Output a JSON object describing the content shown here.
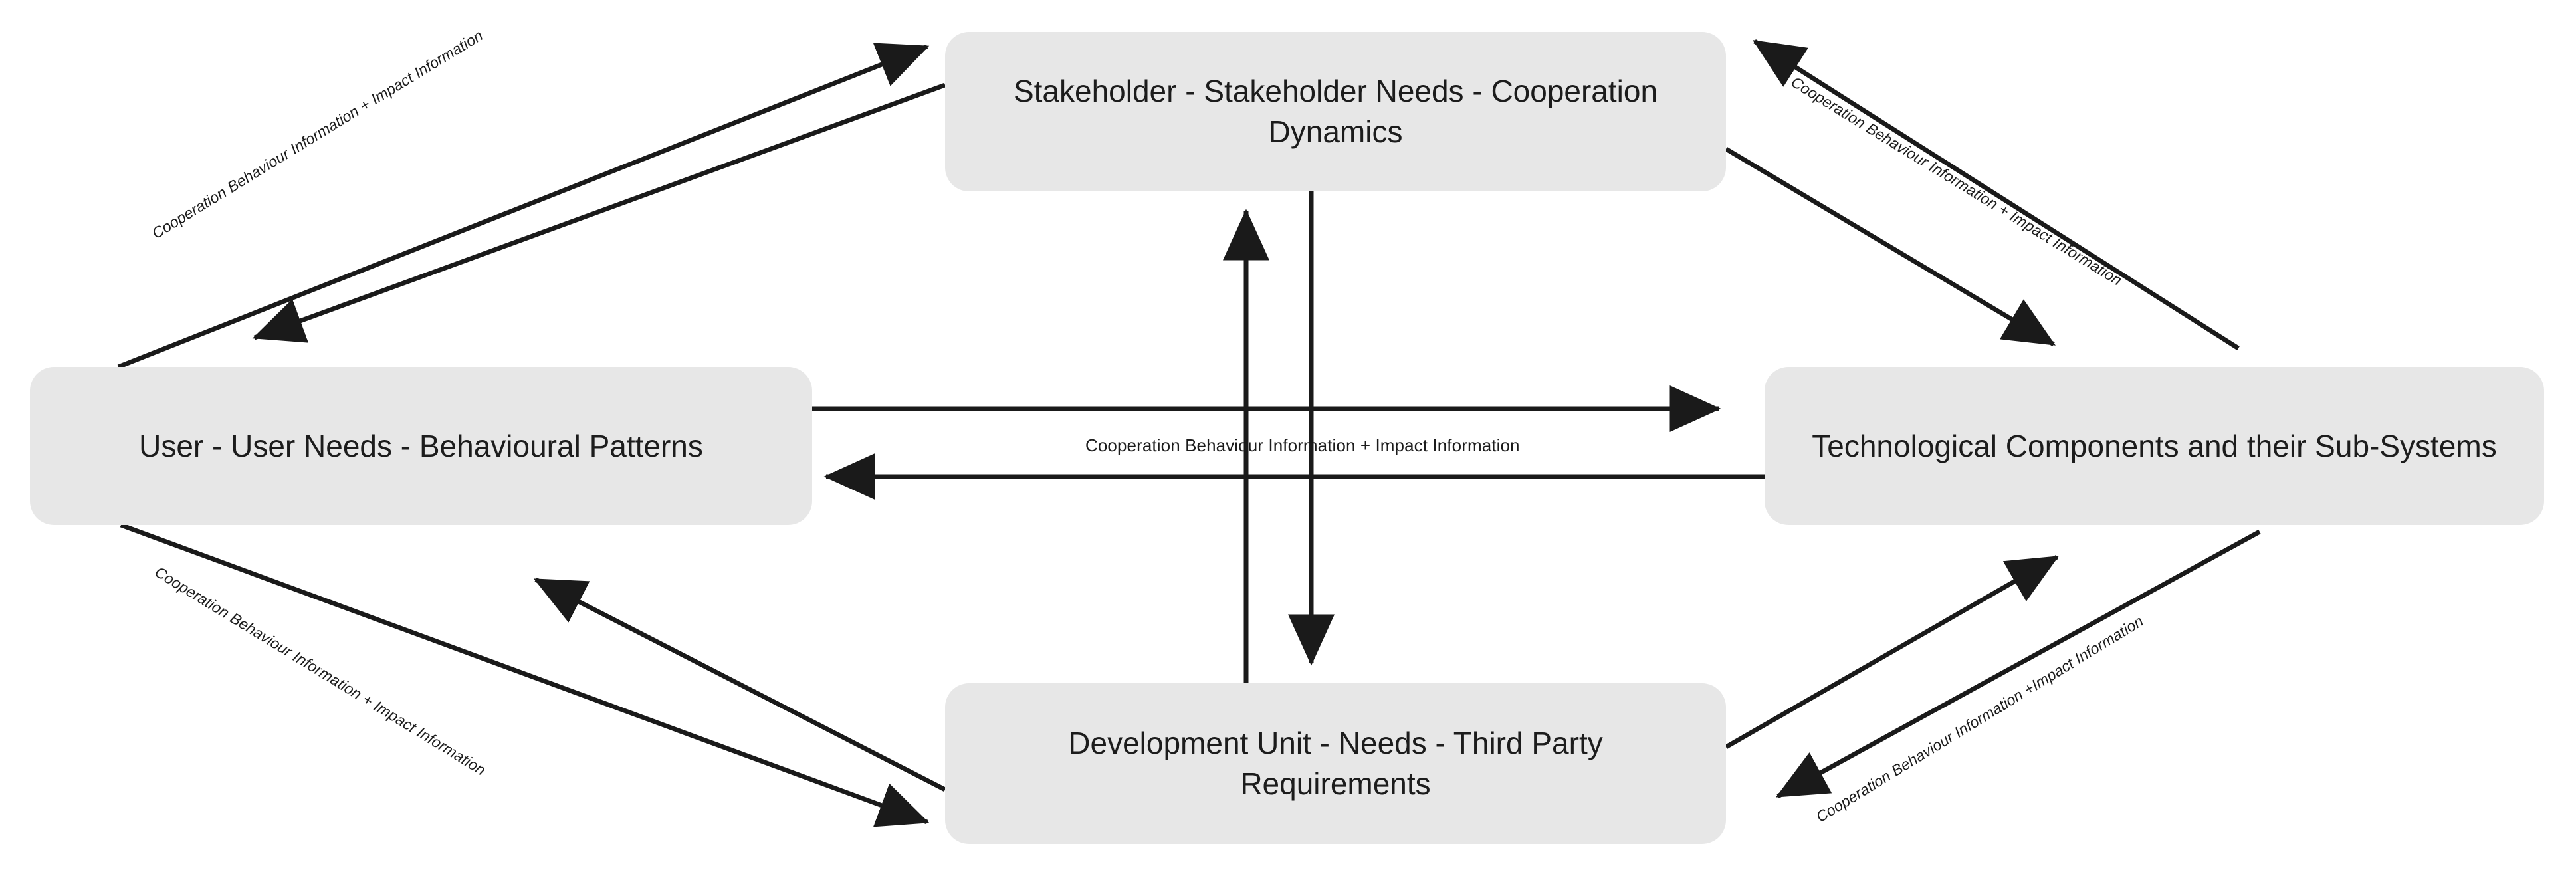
{
  "diagram": {
    "title": "Cooperation information flow between User, Stakeholder, Technological Components and Development Unit",
    "background_color": "#ffffff",
    "node_fill_color": "#e7e7e7",
    "text_color": "#1c1c1c",
    "edge_color": "#1a1a1a",
    "nodes": [
      {
        "id": "stakeholder",
        "label": "Stakeholder - Stakeholder Needs - Cooperation Dynamics",
        "position": "top"
      },
      {
        "id": "user",
        "label": "User - User Needs - Behavioural Patterns",
        "position": "left"
      },
      {
        "id": "technology",
        "label": "Technological Components and their Sub-Systems",
        "position": "right"
      },
      {
        "id": "development",
        "label": "Development Unit - Needs - Third Party Requirements",
        "position": "bottom"
      }
    ],
    "edge_labels": {
      "top_left": "Cooperation Behaviour Information + Impact Information",
      "top_right": "Cooperation Behaviour Information + Impact Information",
      "center": "Cooperation Behaviour Information + Impact Information",
      "bottom_left": "Cooperation Behaviour Information + Impact Information",
      "bottom_right": "Cooperation Behaviour Information +Impact Information"
    },
    "edges": [
      {
        "from": "user",
        "to": "stakeholder",
        "style": "bidirectional",
        "label_key": "top_left"
      },
      {
        "from": "stakeholder",
        "to": "technology",
        "style": "bidirectional",
        "label_key": "top_right"
      },
      {
        "from": "user",
        "to": "technology",
        "style": "bidirectional",
        "label_key": "center"
      },
      {
        "from": "user",
        "to": "development",
        "style": "bidirectional",
        "label_key": "bottom_left"
      },
      {
        "from": "development",
        "to": "technology",
        "style": "bidirectional",
        "label_key": "bottom_right"
      },
      {
        "from": "stakeholder",
        "to": "development",
        "style": "bidirectional",
        "label_key": ""
      }
    ]
  }
}
